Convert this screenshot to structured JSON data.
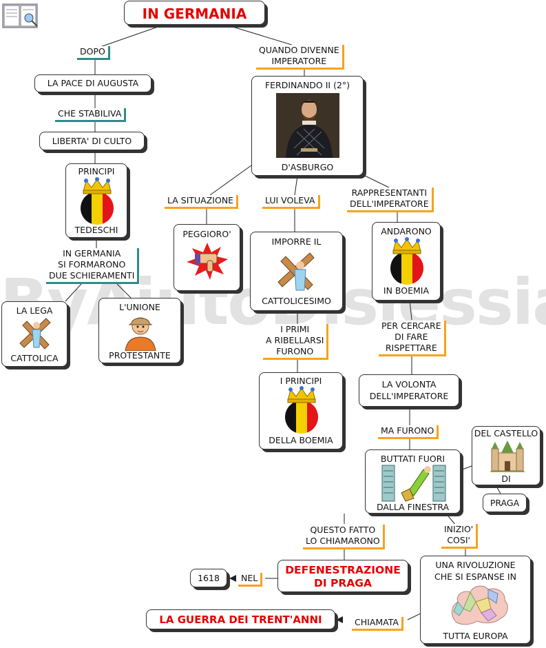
{
  "title": "IN GERMANIA",
  "watermark": "ByAiutoDislessia.net",
  "nodes": {
    "pace": "LA PACE DI AUGUSTA",
    "liberta": "LIBERTA' DI CULTO",
    "principi_top": "PRINCIPI",
    "principi_bottom": "TEDESCHI",
    "lega_top": "LA LEGA",
    "lega_bottom": "CATTOLICA",
    "unione_top": "L'UNIONE",
    "unione_bottom": "PROTESTANTE",
    "ferdinando_top": "FERDINANDO II (2°)",
    "ferdinando_bottom": "D'ASBURGO",
    "peggioro": "PEGGIORO'",
    "imporre_top": "IMPORRE IL",
    "imporre_bottom": "CATTOLICESIMO",
    "andarono_top": "ANDARONO",
    "andarono_bottom": "IN BOEMIA",
    "principi_boemia_top": "I PRINCIPI",
    "principi_boemia_bottom": "DELLA BOEMIA",
    "volonta_1": "LA VOLONTA",
    "volonta_2": "DELL'IMPERATORE",
    "buttati_top": "BUTTATI FUORI",
    "buttati_bottom": "DALLA FINESTRA",
    "castello_top": "DEL CASTELLO",
    "castello_bottom": "DI",
    "praga": "PRAGA",
    "defen_1": "DEFENESTRAZIONE",
    "defen_2": "DI PRAGA",
    "anno": "1618",
    "rivoluzione_1": "UNA RIVOLUZIONE",
    "rivoluzione_2": "CHE SI ESPANSE IN",
    "rivoluzione_bottom": "TUTTA EUROPA",
    "guerra": "LA GUERRA DEI TRENT'ANNI"
  },
  "labels": {
    "dopo": "DOPO",
    "quando_1": "QUANDO DIVENNE",
    "quando_2": "IMPERATORE",
    "stabiliva": "CHE STABILIVA",
    "ingermania_1": "IN GERMANIA",
    "ingermania_2": "SI FORMARONO",
    "ingermania_3": "DUE SCHIERAMENTI",
    "situazione": "LA SITUAZIONE",
    "voleva": "LUI VOLEVA",
    "rappresentanti_1": "RAPPRESENTANTI",
    "rappresentanti_2": "DELL'IMPERATORE",
    "primi_1": "I PRIMI",
    "primi_2": "A RIBELLARSI",
    "primi_3": "FURONO",
    "cercare_1": "PER CERCARE",
    "cercare_2": "DI FARE",
    "cercare_3": "RISPETTARE",
    "furono": "MA FURONO",
    "fatto_1": "QUESTO FATTO",
    "fatto_2": "LO CHIAMARONO",
    "inizio_1": "INIZIO'",
    "inizio_2": "COSI'",
    "nel": "NEL",
    "chiamata": "CHIAMATA"
  },
  "colors": {
    "accent_red": "#e60000",
    "teal": "#2e8b8b",
    "orange": "#f7a21b"
  },
  "icons": [
    "book-icon",
    "crown-flag-icon",
    "crucifix-icon",
    "boy-icon",
    "portrait-image",
    "thumbs-down-icon",
    "window-icon",
    "castle-icon",
    "europe-map-icon"
  ]
}
